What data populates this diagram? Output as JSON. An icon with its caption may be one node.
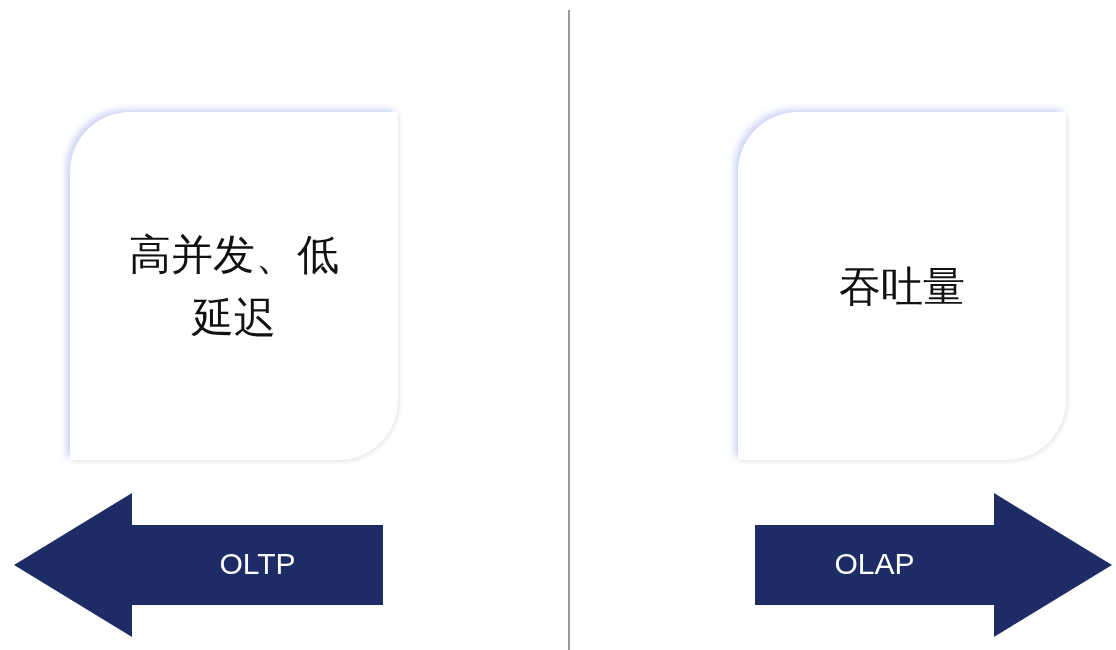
{
  "diagram": {
    "nodes": [
      {
        "text": [
          "高并发、低延迟"
        ]
      },
      {
        "text": [
          "吞吐量"
        ]
      },
      {
        "text": [
          "OLTP"
        ]
      },
      {
        "text": [
          "OLAP"
        ]
      }
    ]
  }
}
